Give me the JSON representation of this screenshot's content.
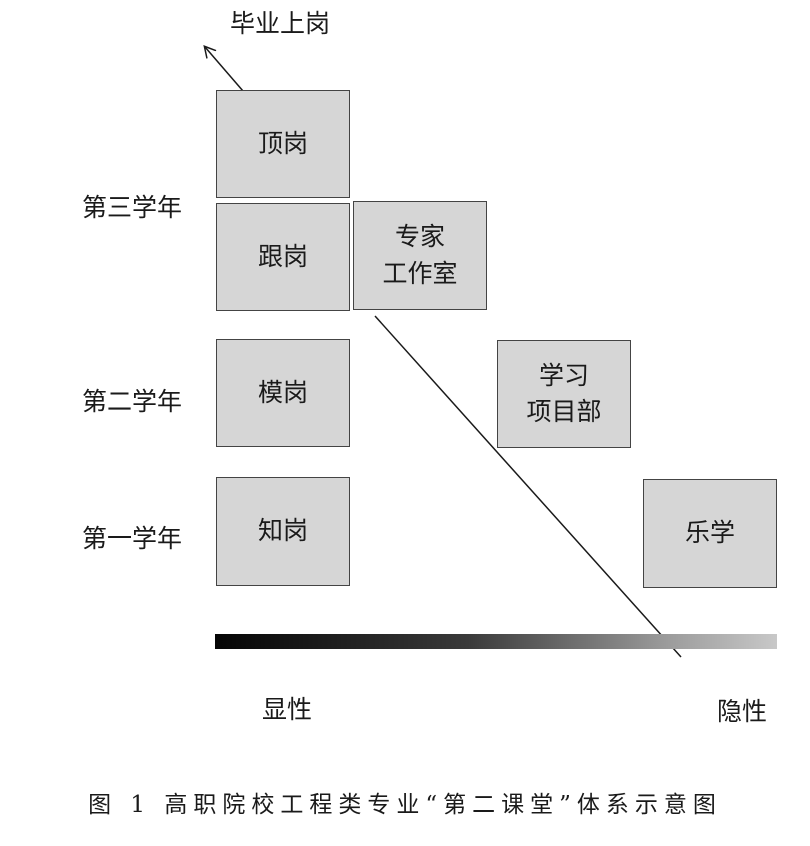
{
  "top_label": "毕业上岗",
  "years": {
    "third": "第三学年",
    "second": "第二学年",
    "first": "第一学年"
  },
  "boxes": {
    "dinggang": "顶岗",
    "genggang": "跟岗",
    "mogang": "模岗",
    "zhigang": "知岗",
    "expert_line1": "专家",
    "expert_line2": "工作室",
    "project_line1": "学习",
    "project_line2": "项目部",
    "lexue": "乐学"
  },
  "axis": {
    "explicit": "显性",
    "implicit": "隐性"
  },
  "caption": "图 1 高职院校工程类专业“第二课堂”体系示意图",
  "colors": {
    "box_fill": "#d6d6d6",
    "box_border": "#444444",
    "line": "#1a1a1a"
  }
}
